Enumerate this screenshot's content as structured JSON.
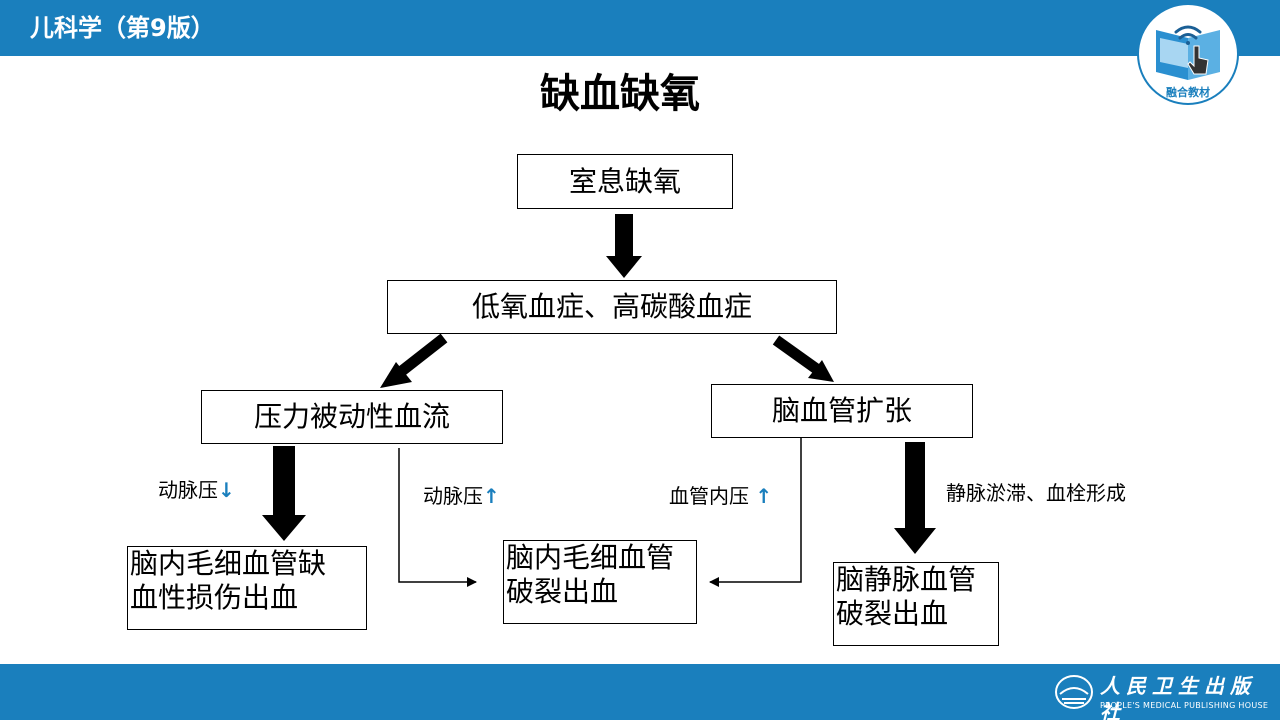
{
  "header": {
    "course_title": "儿科学（第9版）",
    "badge_text": "融合教材",
    "accent_color": "#1a7fbd"
  },
  "title": "缺血缺氧",
  "diagram": {
    "nodes": {
      "asphyxia": "室息缺氧",
      "hypoxemia": "低氧血症、高碳酸血症",
      "pressure_passive": "压力被动性血流",
      "vasodilation": "脑血管扩张",
      "ischemic_bleed": [
        "脑内毛细血管缺",
        "血性损伤出血"
      ],
      "capillary_rupture": [
        "脑内毛细血管",
        "破裂出血"
      ],
      "venous_rupture": [
        "脑静脉血管",
        "破裂出血"
      ]
    },
    "edges": {
      "arterial_down_text": "动脉压",
      "arterial_down_arrow": "↓",
      "arterial_up_text": "动脉压",
      "arterial_up_arrow": "↑",
      "intravascular_up_text": "血管内压",
      "intravascular_up_arrow": "↑",
      "venous_stasis": "静脉淤滞、血栓形成"
    }
  },
  "footer": {
    "publisher_cn": "人民卫生出版社",
    "publisher_en": "PEOPLE'S MEDICAL PUBLISHING HOUSE"
  }
}
